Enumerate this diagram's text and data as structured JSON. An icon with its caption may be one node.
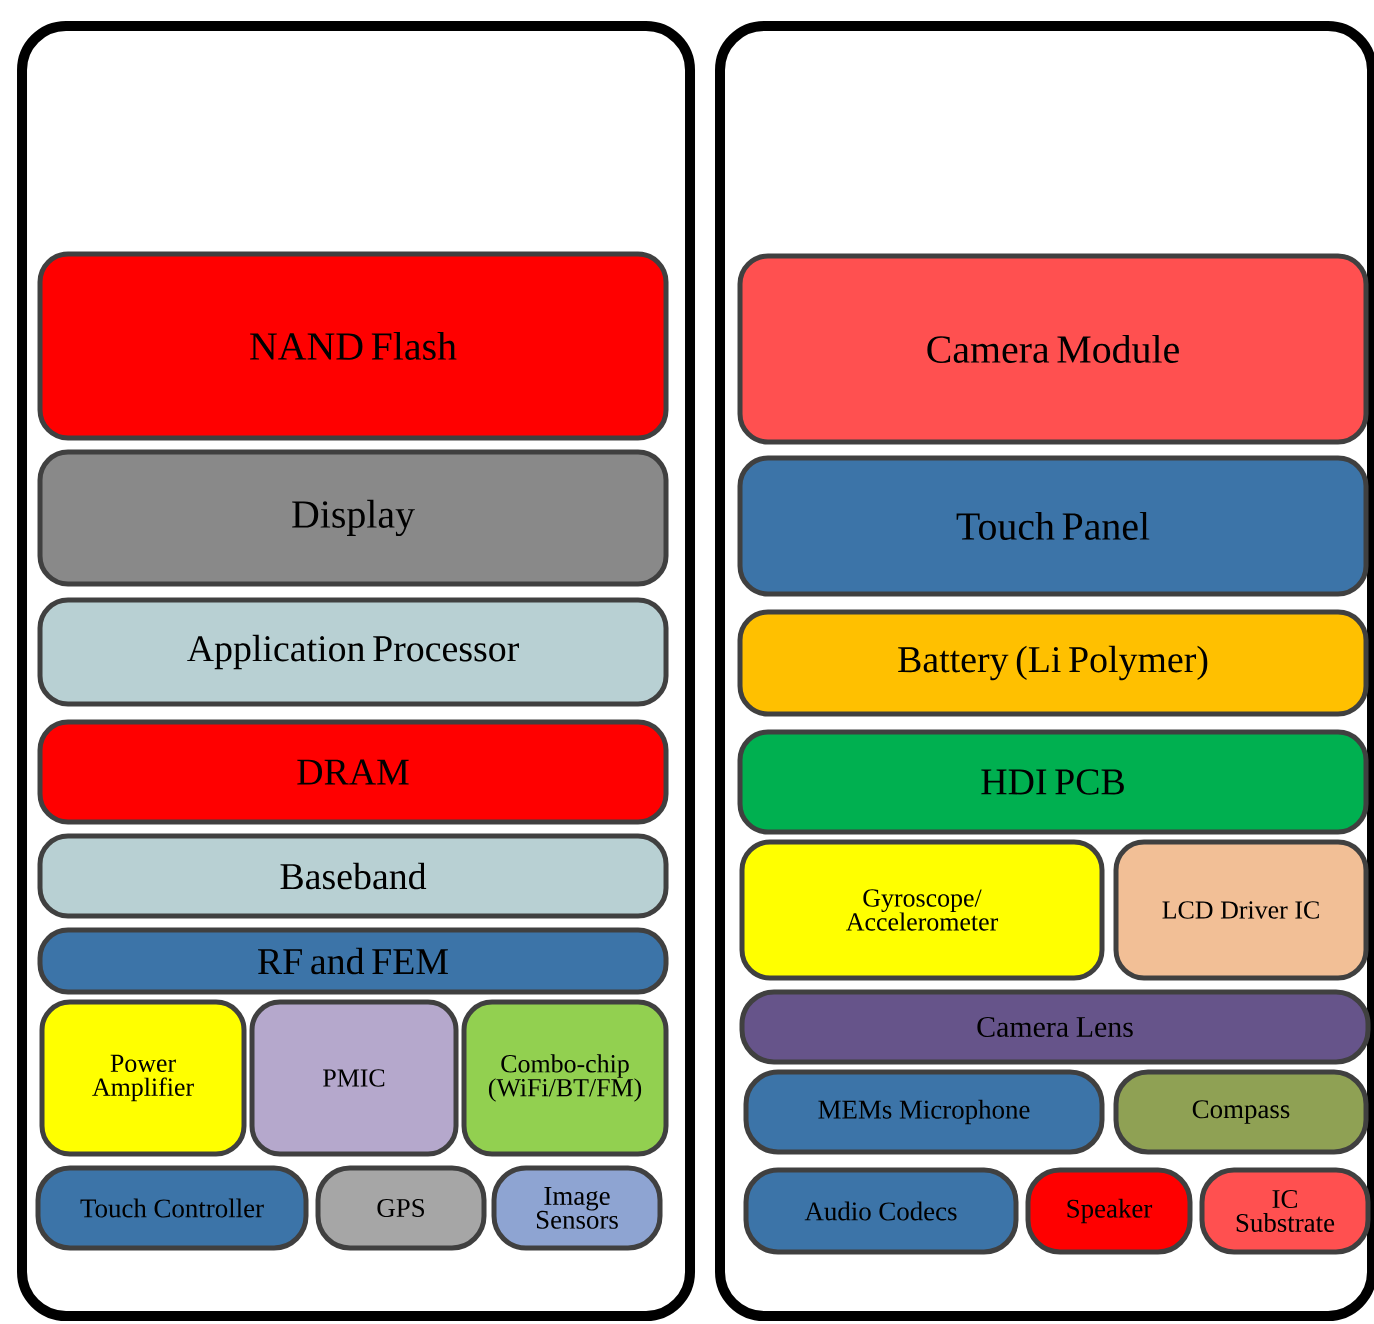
{
  "diagram": {
    "nodes": [
      {
        "text": [],
        "shape": "box"
      },
      {
        "text": [
          "NAND Flash"
        ],
        "in": 0
      },
      {
        "text": [
          "Display"
        ],
        "in": 0
      },
      {
        "text": [
          "Application Processor"
        ],
        "in": 0
      },
      {
        "text": [
          "DRAM"
        ],
        "in": 0
      },
      {
        "text": [
          "Baseband"
        ],
        "in": 0
      },
      {
        "text": [
          "RF and FEM"
        ],
        "in": 0
      },
      {
        "text": [
          "Power Amplifier"
        ],
        "in": 0
      },
      {
        "text": [
          "PMIC"
        ],
        "in": 0
      },
      {
        "text": [
          "Combo-chip (WiFi/BT/FM)"
        ],
        "in": 0
      },
      {
        "text": [
          "Touch Controller"
        ],
        "in": 0
      },
      {
        "text": [
          "GPS"
        ],
        "in": 0
      },
      {
        "text": [
          "Image Sensors"
        ],
        "in": 0
      },
      {
        "text": [],
        "shape": "box"
      },
      {
        "text": [
          "Camera Module"
        ],
        "in": 13
      },
      {
        "text": [
          "Touch Panel"
        ],
        "in": 13
      },
      {
        "text": [
          "Battery (Li Polymer)"
        ],
        "in": 13
      },
      {
        "text": [
          "HDI PCB"
        ],
        "in": 13
      },
      {
        "text": [
          "Gyroscope/ Accelerometer"
        ],
        "in": 13
      },
      {
        "text": [
          "LCD Driver IC"
        ],
        "in": 13
      },
      {
        "text": [
          "Camera Lens"
        ],
        "in": 13
      },
      {
        "text": [
          "MEMs Microphone"
        ],
        "in": 13
      },
      {
        "text": [
          "Compass"
        ],
        "in": 13
      },
      {
        "text": [
          "Audio Codecs"
        ],
        "in": 13
      },
      {
        "text": [
          "Speaker"
        ],
        "in": 13
      },
      {
        "text": [
          "IC Substrate"
        ],
        "in": 13
      }
    ]
  }
}
